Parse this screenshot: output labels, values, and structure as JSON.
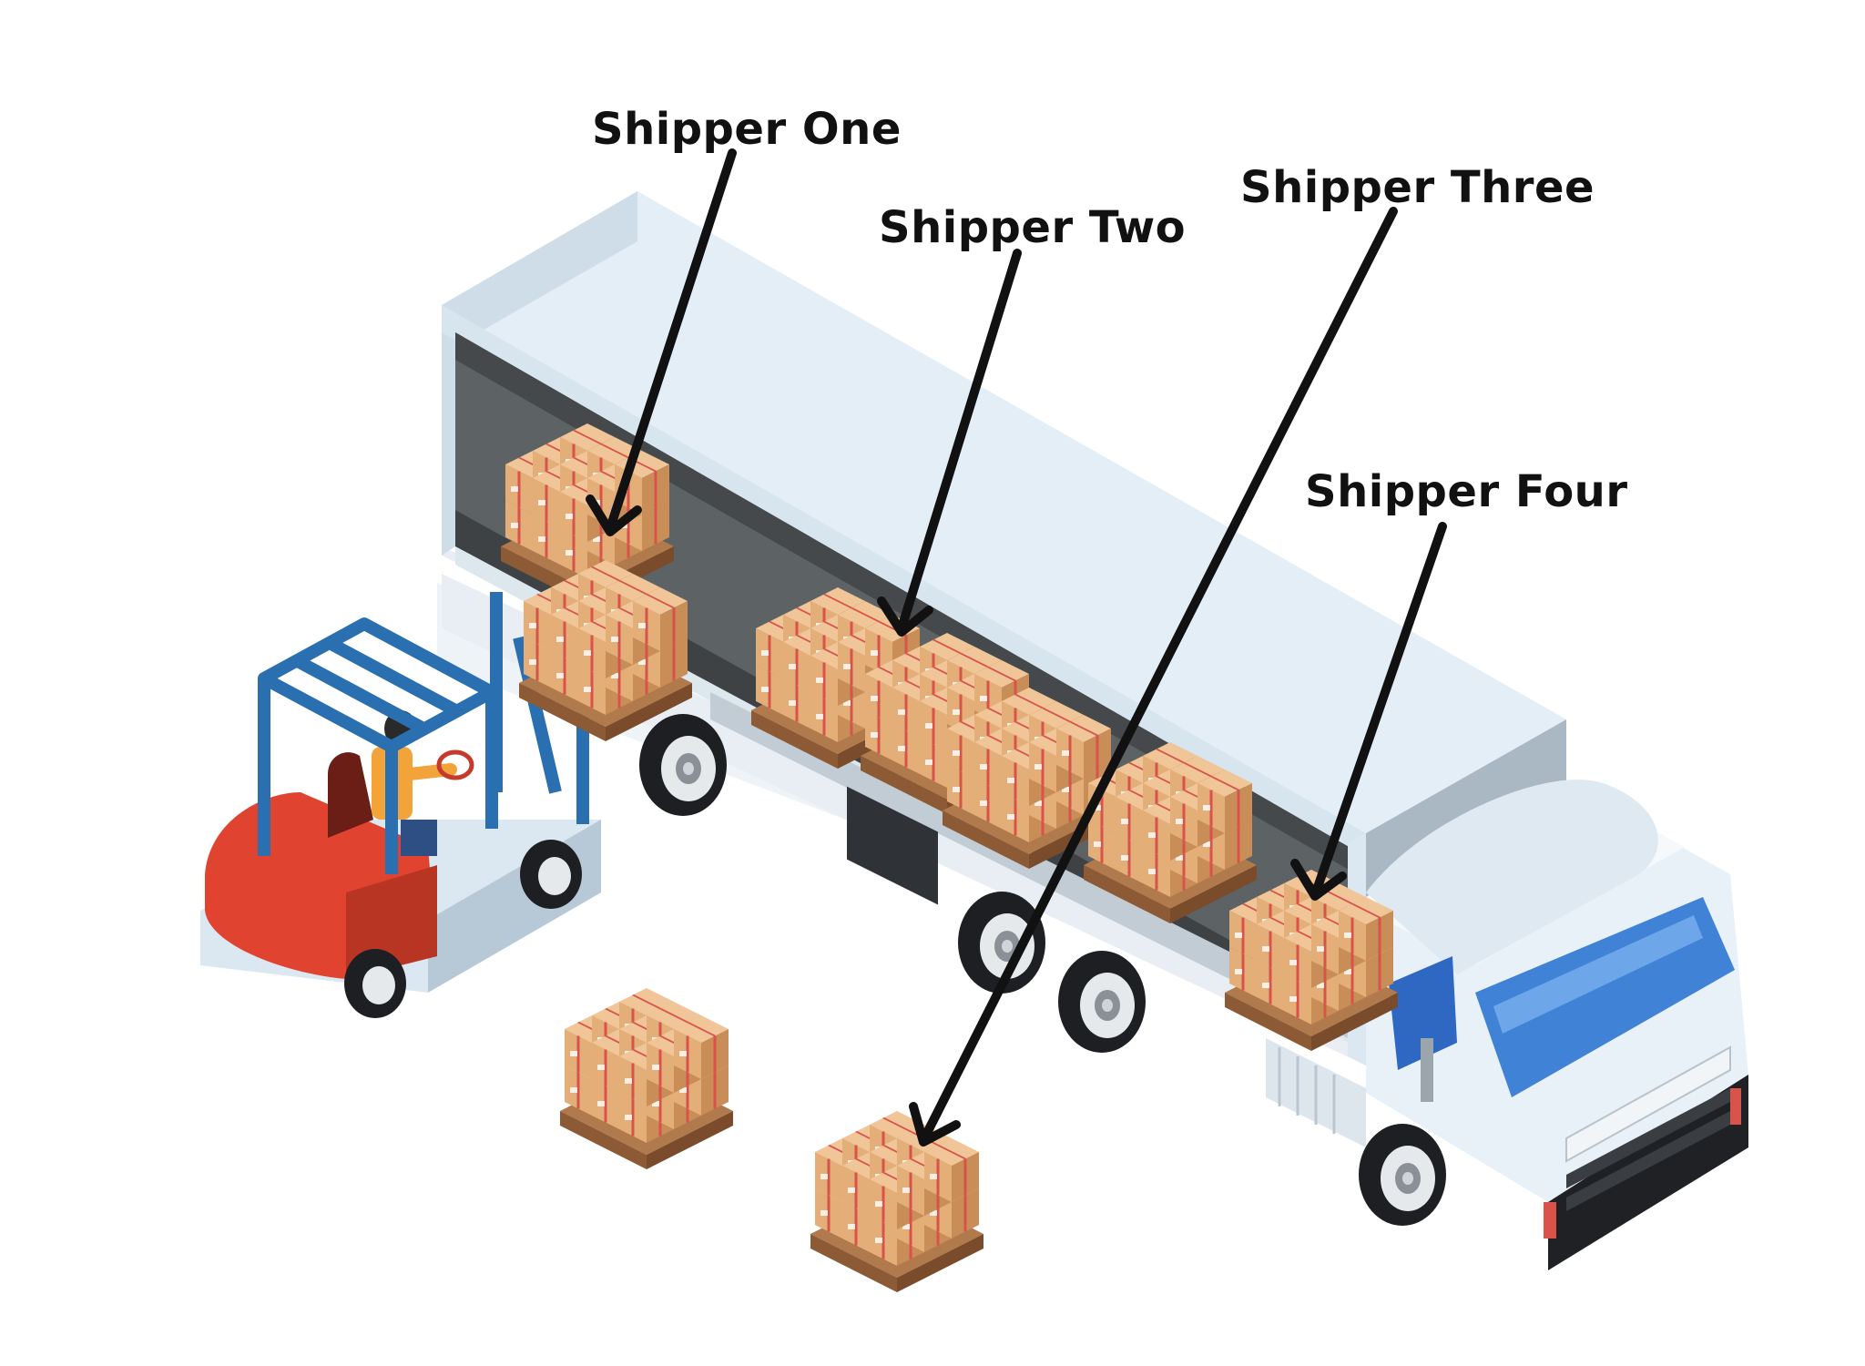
{
  "labels": {
    "shipper_one": "Shipper One",
    "shipper_two": "Shipper Two",
    "shipper_three": "Shipper Three",
    "shipper_four": "Shipper Four"
  },
  "colors": {
    "background": "#ffffff",
    "trailer_body": "#dbe9f3",
    "trailer_interior": "#5d6265",
    "cab": "#e9f1f8",
    "windshield": "#3f82d6",
    "box": "#e3ae78",
    "box_tape": "#d9534b",
    "pallet": "#a87148",
    "forklift_body": "#e0432f",
    "forklift_mast": "#2a6fb0",
    "arrow": "#111111"
  }
}
